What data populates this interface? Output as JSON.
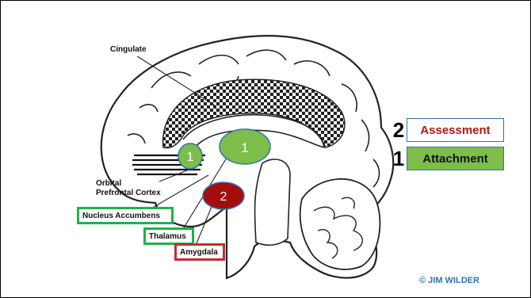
{
  "labels": {
    "cingulate": "Cingulate",
    "orbital_prefrontal": [
      "Orbital",
      "Prefrontal Cortex"
    ],
    "nucleus_accumbens": "Nucleus Accumbens",
    "thalamus": "Thalamus",
    "amygdala": "Amygdala"
  },
  "markers": [
    {
      "number": "1",
      "color": "#7dbe4a",
      "refers_to": "Nucleus Accumbens"
    },
    {
      "number": "1",
      "color": "#7dbe4a",
      "refers_to": "Thalamus"
    },
    {
      "number": "2",
      "color": "#a50d0d",
      "refers_to": "Amygdala"
    }
  ],
  "legend": [
    {
      "number": "2",
      "label": "Assessment",
      "text_color": "#b11818",
      "bg_color": "#ffffff",
      "border_color": "#2e74b5"
    },
    {
      "number": "1",
      "label": "Attachment",
      "text_color": "#111111",
      "bg_color": "#7dbe4a",
      "border_color": "#2e74b5"
    }
  ],
  "box_colors": {
    "nucleus_accumbens": "#1fb24b",
    "thalamus": "#1fb24b",
    "amygdala": "#b83232"
  },
  "copyright": {
    "text": "© JIM WILDER",
    "color": "#2e74b5"
  }
}
